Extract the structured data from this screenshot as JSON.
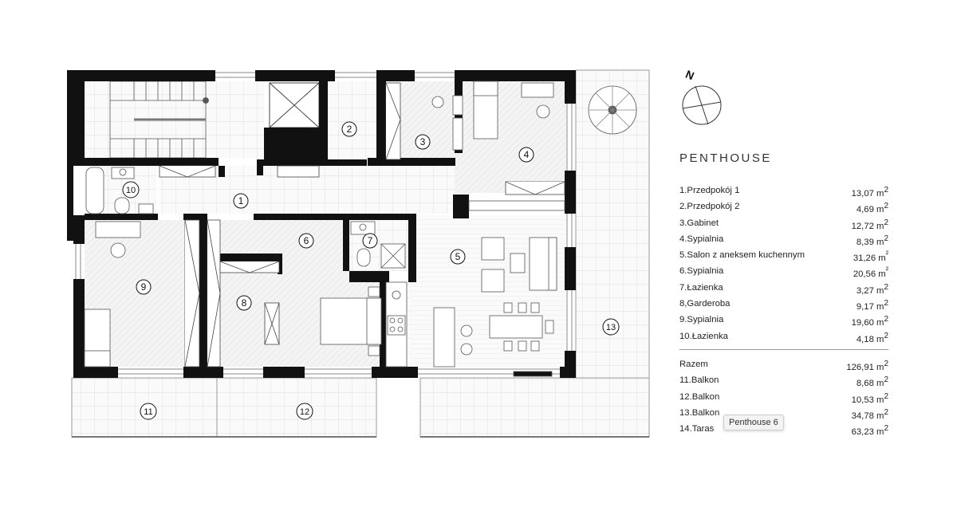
{
  "legend": {
    "title": "PENTHOUSE",
    "rooms": [
      {
        "label": "1.Przedpokój 1",
        "area": "13,07 m",
        "sup": "2"
      },
      {
        "label": "2.Przedpokój 2",
        "area": "4,69 m",
        "sup": "2"
      },
      {
        "label": "3.Gabinet",
        "area": "12,72 m",
        "sup": "2"
      },
      {
        "label": "4.Sypialnia",
        "area": "8,39 m",
        "sup": "2"
      },
      {
        "label": "5.Salon z aneksem kuchennym",
        "area": "31,26 m",
        "sup": "²"
      },
      {
        "label": "6.Sypialnia",
        "area": "20,56 m",
        "sup": "²"
      },
      {
        "label": "7.Łazienka",
        "area": "3,27 m",
        "sup": "2"
      },
      {
        "label": "8,Garderoba",
        "area": "9,17 m",
        "sup": "2"
      },
      {
        "label": "9.Sypialnia",
        "area": "19,60 m",
        "sup": "2"
      },
      {
        "label": "10.Łazienka",
        "area": "4,18 m",
        "sup": "2"
      }
    ],
    "total": {
      "label": "Razem",
      "area": "126,91 m",
      "sup": "2"
    },
    "outdoor": [
      {
        "label": "11.Balkon",
        "area": "8,68 m",
        "sup": "2"
      },
      {
        "label": "12.Balkon",
        "area": "10,53 m",
        "sup": "2"
      },
      {
        "label": "13.Balkon",
        "area": "34,78 m",
        "sup": "2"
      },
      {
        "label": "14.Taras",
        "area": "63,23 m",
        "sup": "2"
      }
    ]
  },
  "compass": {
    "north": "N"
  },
  "tooltip": "Penthouse 6",
  "plan_labels": {
    "r1": "1",
    "r2": "2",
    "r3": "3",
    "r4": "4",
    "r5": "5",
    "r6": "6",
    "r7": "7",
    "r8": "8",
    "r9": "9",
    "r10": "10",
    "r11": "11",
    "r12": "12",
    "r13": "13"
  }
}
